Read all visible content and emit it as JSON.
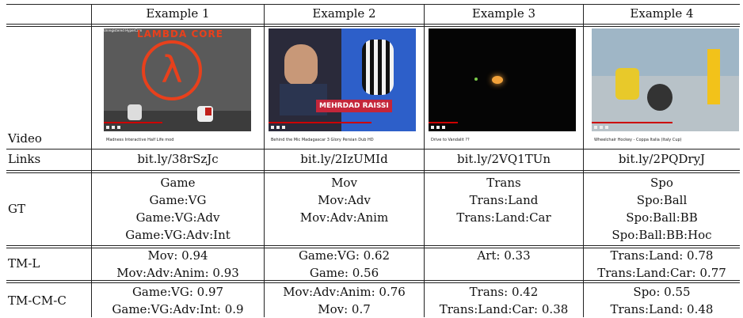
{
  "headers": [
    "Example 1",
    "Example 2",
    "Example 3",
    "Example 4"
  ],
  "row_labels": {
    "video": "Video",
    "links": "Links",
    "gt": "GT",
    "tml": "TM-L",
    "tmcmc": "TM-CM-C"
  },
  "videos": [
    {
      "caption": "Madness Interactive Half Life mod",
      "top_text": "LAMBDA CORE",
      "corner_text": "Unregistered HyperCam",
      "colors": {
        "bg": "#5a5a5a",
        "accent": "#e8401c"
      }
    },
    {
      "caption": "Behind the Mic Madagascar 3 Glory Persian Dub HD",
      "overlay_text": "MEHRDAD RAISSI",
      "colors": {
        "bg": "#1a2f7a",
        "accent": "#c4263a"
      }
    },
    {
      "caption": "Drive to Vandalit ??",
      "colors": {
        "bg": "#050505",
        "accent": "#f2a23a"
      }
    },
    {
      "caption": "Wheelchair Hockey - Coppa Italia (Italy Cup)",
      "colors": {
        "bg": "#c8d4dc",
        "accent": "#e8c92a"
      }
    }
  ],
  "links": [
    "bit.ly/38rSzJc",
    "bit.ly/2IzUMId",
    "bit.ly/2VQ1TUn",
    "bit.ly/2PQDryJ"
  ],
  "gt": [
    [
      "Game",
      "Game:VG",
      "Game:VG:Adv",
      "Game:VG:Adv:Int"
    ],
    [
      "Mov",
      "Mov:Adv",
      "Mov:Adv:Anim"
    ],
    [
      "Trans",
      "Trans:Land",
      "Trans:Land:Car"
    ],
    [
      "Spo",
      "Spo:Ball",
      "Spo:Ball:BB",
      "Spo:Ball:BB:Hoc"
    ]
  ],
  "tml": [
    [
      "Mov: 0.94",
      "Mov:Adv:Anim: 0.93"
    ],
    [
      "Game:VG: 0.62",
      "Game: 0.56"
    ],
    [
      "Art: 0.33"
    ],
    [
      "Trans:Land: 0.78",
      "Trans:Land:Car: 0.77"
    ]
  ],
  "tmcmc": [
    [
      "Game:VG: 0.97",
      "Game:VG:Adv:Int: 0.9"
    ],
    [
      "Mov:Adv:Anim: 0.76",
      "Mov: 0.7"
    ],
    [
      "Trans: 0.42",
      "Trans:Land:Car: 0.38"
    ],
    [
      "Spo: 0.55",
      "Trans:Land: 0.48"
    ]
  ]
}
